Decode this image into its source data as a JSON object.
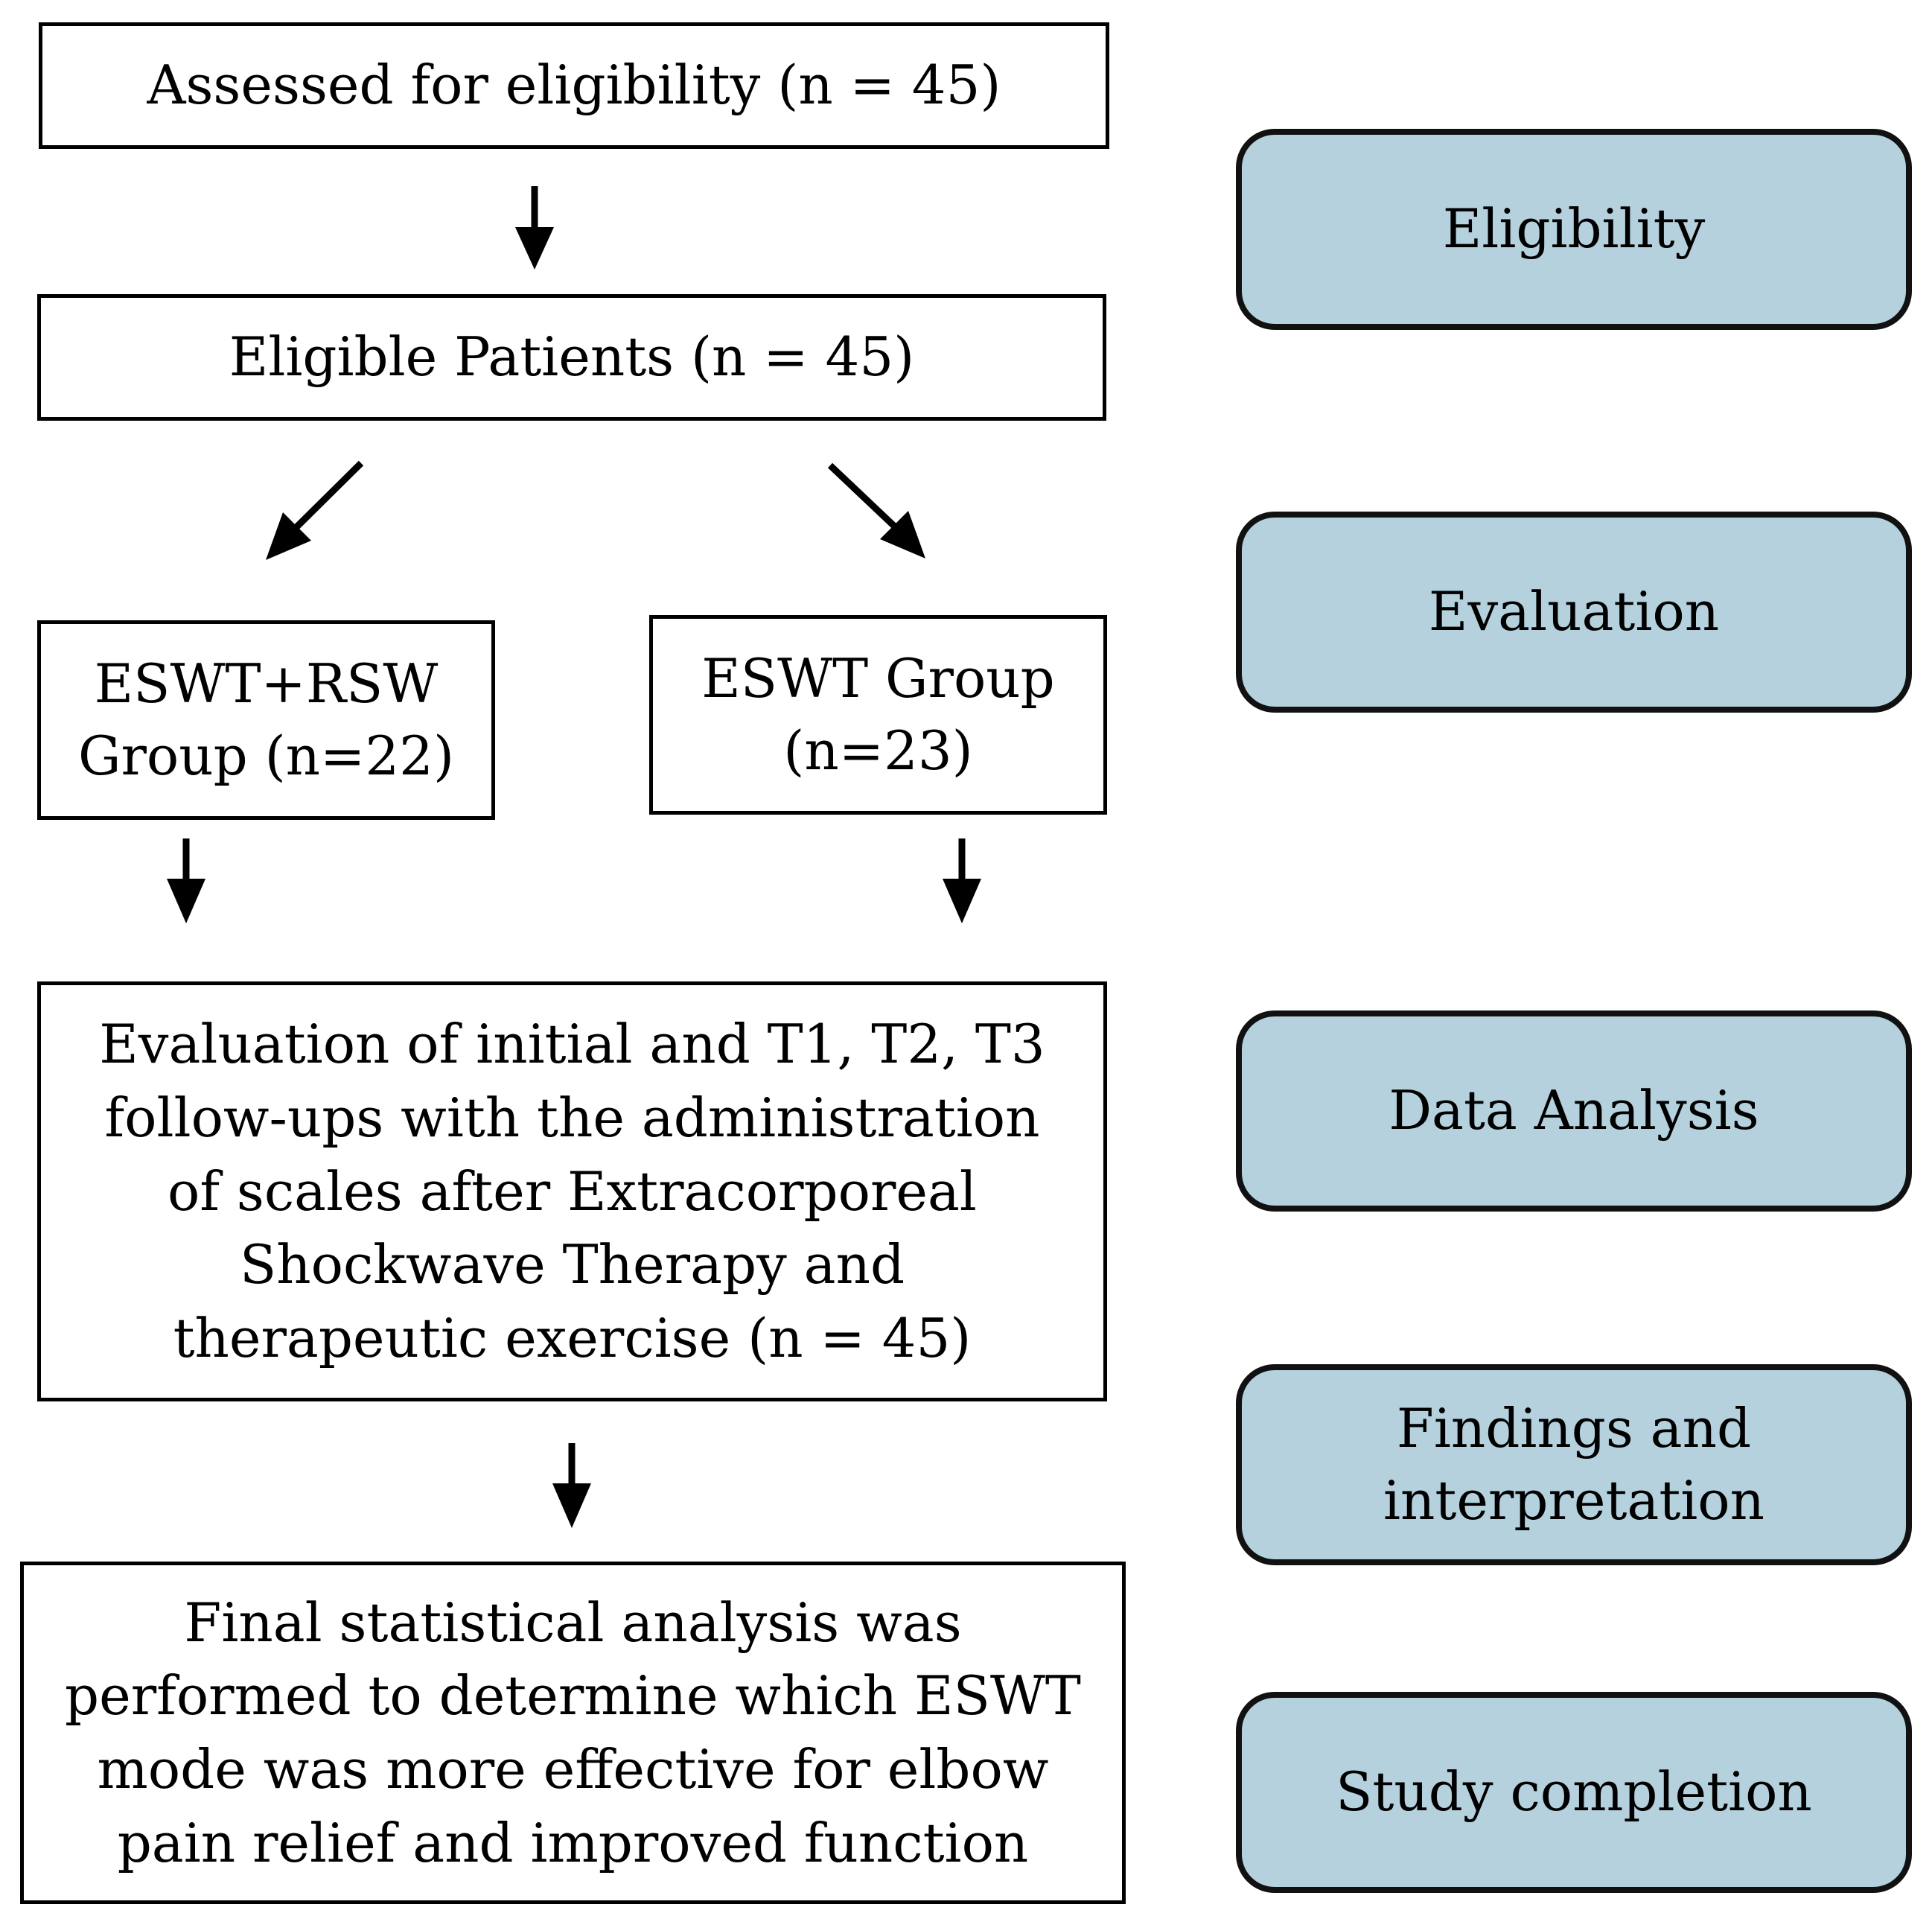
{
  "flow": {
    "assessed": "Assessed for eligibility (n = 45)",
    "eligible": "Eligible Patients (n = 45)",
    "group_rsw": {
      "line1": "ESWT+RSW",
      "line2": "Group (n=22)"
    },
    "group_eswt": {
      "line1": "ESWT Group",
      "line2": "(n=23)"
    },
    "evaluation": [
      "Evaluation of initial and T1, T2, T3",
      "follow-ups with the administration",
      "of scales after Extracorporeal",
      "Shockwave Therapy and",
      "therapeutic exercise (n = 45)"
    ],
    "final": [
      "Final statistical analysis was",
      "performed to determine which ESWT",
      "mode was more effective for elbow",
      "pain relief and improved function"
    ]
  },
  "stages": {
    "eligibility": "Eligibility",
    "evaluation": "Evaluation",
    "data_analysis": "Data Analysis",
    "findings": {
      "line1": "Findings and",
      "line2": "interpretation"
    },
    "completion": "Study completion"
  },
  "colors": {
    "stage_fill": "#b4d1dd",
    "stage_border": "#111111",
    "box_border": "#000000"
  }
}
